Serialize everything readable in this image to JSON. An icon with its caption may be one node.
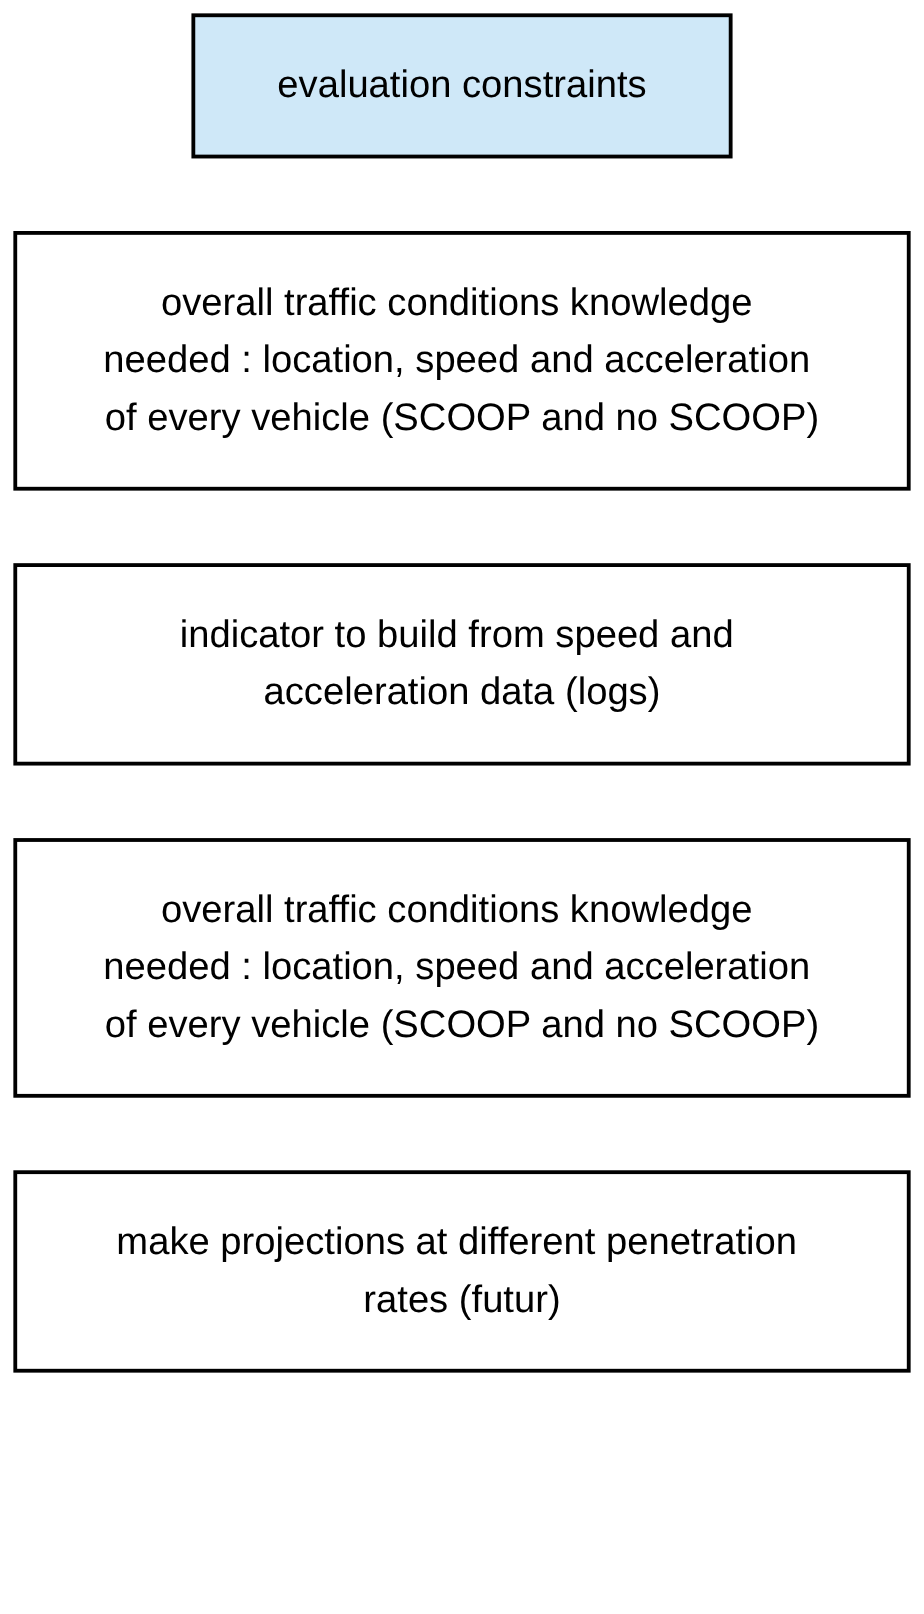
{
  "diagram": {
    "nodes": [
      {
        "text": [
          "evaluation constraints"
        ]
      },
      {
        "text": [
          "overall traffic conditions knowledge needed : location, speed and acceleration of every vehicle (SCOOP and no SCOOP)"
        ]
      },
      {
        "text": [
          "indicator to build from speed and acceleration data (logs)"
        ]
      },
      {
        "text": [
          "overall traffic conditions knowledge needed : location, speed and acceleration of every vehicle (SCOOP and no SCOOP)"
        ]
      },
      {
        "text": [
          "make projections at different penetration rates (futur)"
        ]
      }
    ]
  }
}
